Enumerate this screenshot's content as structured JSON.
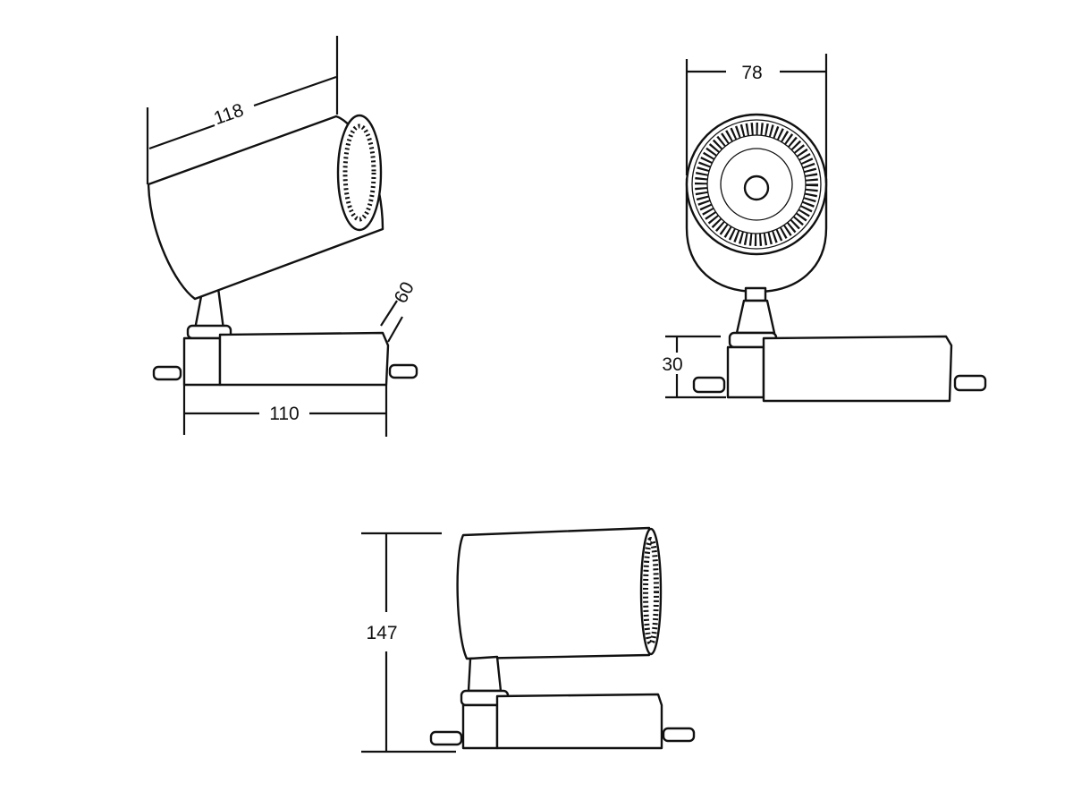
{
  "drawing": {
    "views": {
      "tilted_side": {
        "dim_length": "118",
        "dim_base_length": "110",
        "dim_base_height": "60"
      },
      "front": {
        "dim_diameter": "78",
        "dim_base_height": "30"
      },
      "side": {
        "dim_total_height": "147"
      }
    }
  }
}
